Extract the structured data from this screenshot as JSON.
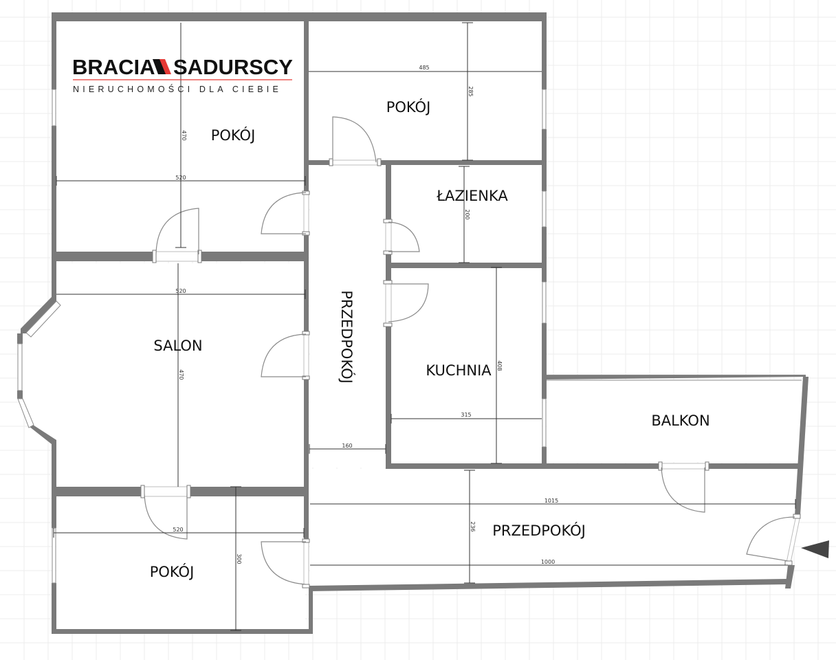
{
  "logo": {
    "left_word": "BRACIA",
    "right_word": "SADURSCY",
    "tagline": "NIERUCHOMOŚCI DLA CIEBIE",
    "accent_color": "#e53935",
    "text_color": "#111111"
  },
  "colors": {
    "wall": "#7a7a7a",
    "grid": "#ececec",
    "background": "#ffffff",
    "entrance_arrow": "#444444"
  },
  "rooms": [
    {
      "id": "pokoj-top-left",
      "label": "POKÓJ"
    },
    {
      "id": "pokoj-top-right",
      "label": "POKÓJ"
    },
    {
      "id": "lazienka",
      "label": "ŁAZIENKA"
    },
    {
      "id": "przedpokoj-vertical",
      "label": "PRZEDPOKÓJ"
    },
    {
      "id": "salon",
      "label": "SALON"
    },
    {
      "id": "kuchnia",
      "label": "KUCHNIA"
    },
    {
      "id": "balkon",
      "label": "BALKON"
    },
    {
      "id": "pokoj-bottom-left",
      "label": "POKÓJ"
    },
    {
      "id": "przedpokoj-horizontal",
      "label": "PRZEDPOKÓJ"
    }
  ],
  "dimensions": {
    "pokoj_top_left_width": "520",
    "pokoj_top_left_height": "470",
    "pokoj_top_right_width": "485",
    "pokoj_top_right_height": "285",
    "lazienka_height": "200",
    "salon_width": "520",
    "salon_height": "470",
    "przedpokoj_vertical_width": "160",
    "kuchnia_width": "315",
    "kuchnia_height": "408",
    "pokoj_bottom_width": "520",
    "pokoj_bottom_height": "300",
    "przedpokoj_horizontal_top": "1015",
    "przedpokoj_horizontal_bottom": "1000",
    "przedpokoj_horizontal_height": "236"
  },
  "entrance": {
    "icon": "entrance-arrow-icon"
  }
}
